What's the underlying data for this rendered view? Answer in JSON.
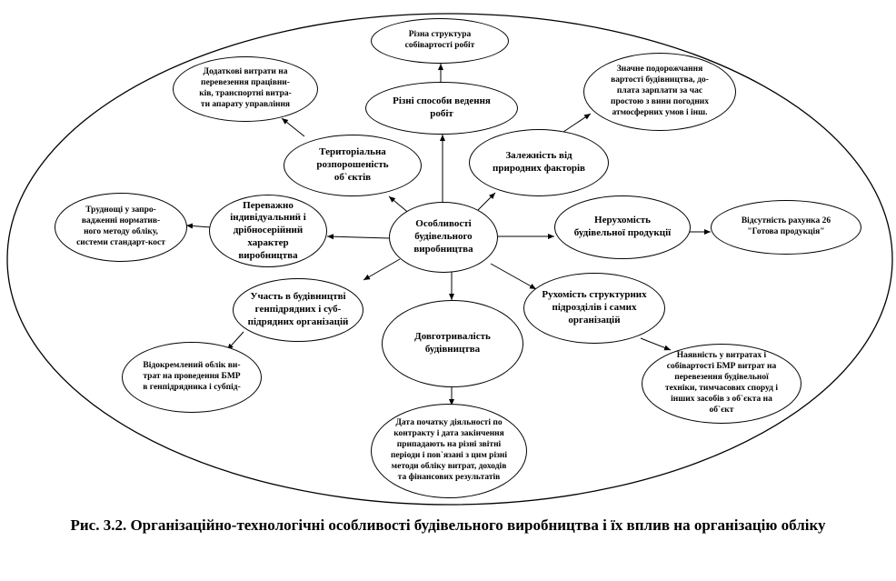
{
  "center": "Особливості\nбудівельного\nвиробництва",
  "features": {
    "territorial": "Територіальна\nрозпорошеність\nоб`єктів",
    "methods": "Різні способи ведення\nробіт",
    "natural": "Залежність від\nприродних факторів",
    "immobility": "Нерухомість\nбудівельної продукції",
    "mobility": "Рухомість структурних\nпідрозділів і самих\nорганізацій",
    "duration": "Довготривалість\nбудівництва",
    "participation": "Участь в будівництві\nгенпідрядних і суб-\nпідрядних організацій",
    "individual": "Переважно\nіндивідуальний і\nдрібносерійний\nхарактер виробництва"
  },
  "effects": {
    "cost_structure": "Різна структура\nсобівартості робіт",
    "additional_costs": "Додаткові витрати на\nперевезення працівни-\nків, транспортні витра-\nти апарату управління",
    "downtime": "Значне подорожчання\nвартості будівництва, до-\nплата зарплати за час\nпростою з вини погодних\nатмосферних умов і інш.",
    "no_account": "Відсутність рахунка 26\n\"Готова продукція\"",
    "relocation": "Наявність у витратах і\nсобівартості БМР витрат на\nперевезення будівельної\nтехніки, тимчасових споруд і\nінших засобів з об`єкта на\nоб`єкт",
    "contract_dates": "Дата початку діяльності по\nконтракту і дата закінчення\nприпадають на різні звітні\nперіоди і пов`язані з цим різні\nметоди обліку витрат, доходів\nта фінансових результатів",
    "separate_accounting": "Відокремлений облік ви-\nтрат на проведення БМР\nв генпідрядника і субпід-",
    "norm_method": "Труднощі у запро-\nвадженні норматив-\nного методу обліку,\nсистеми стандарт-кост"
  },
  "caption": "Рис. 3.2. Організаційно-технологічні особливості будівельного виробництва і їх вплив на організацію обліку"
}
